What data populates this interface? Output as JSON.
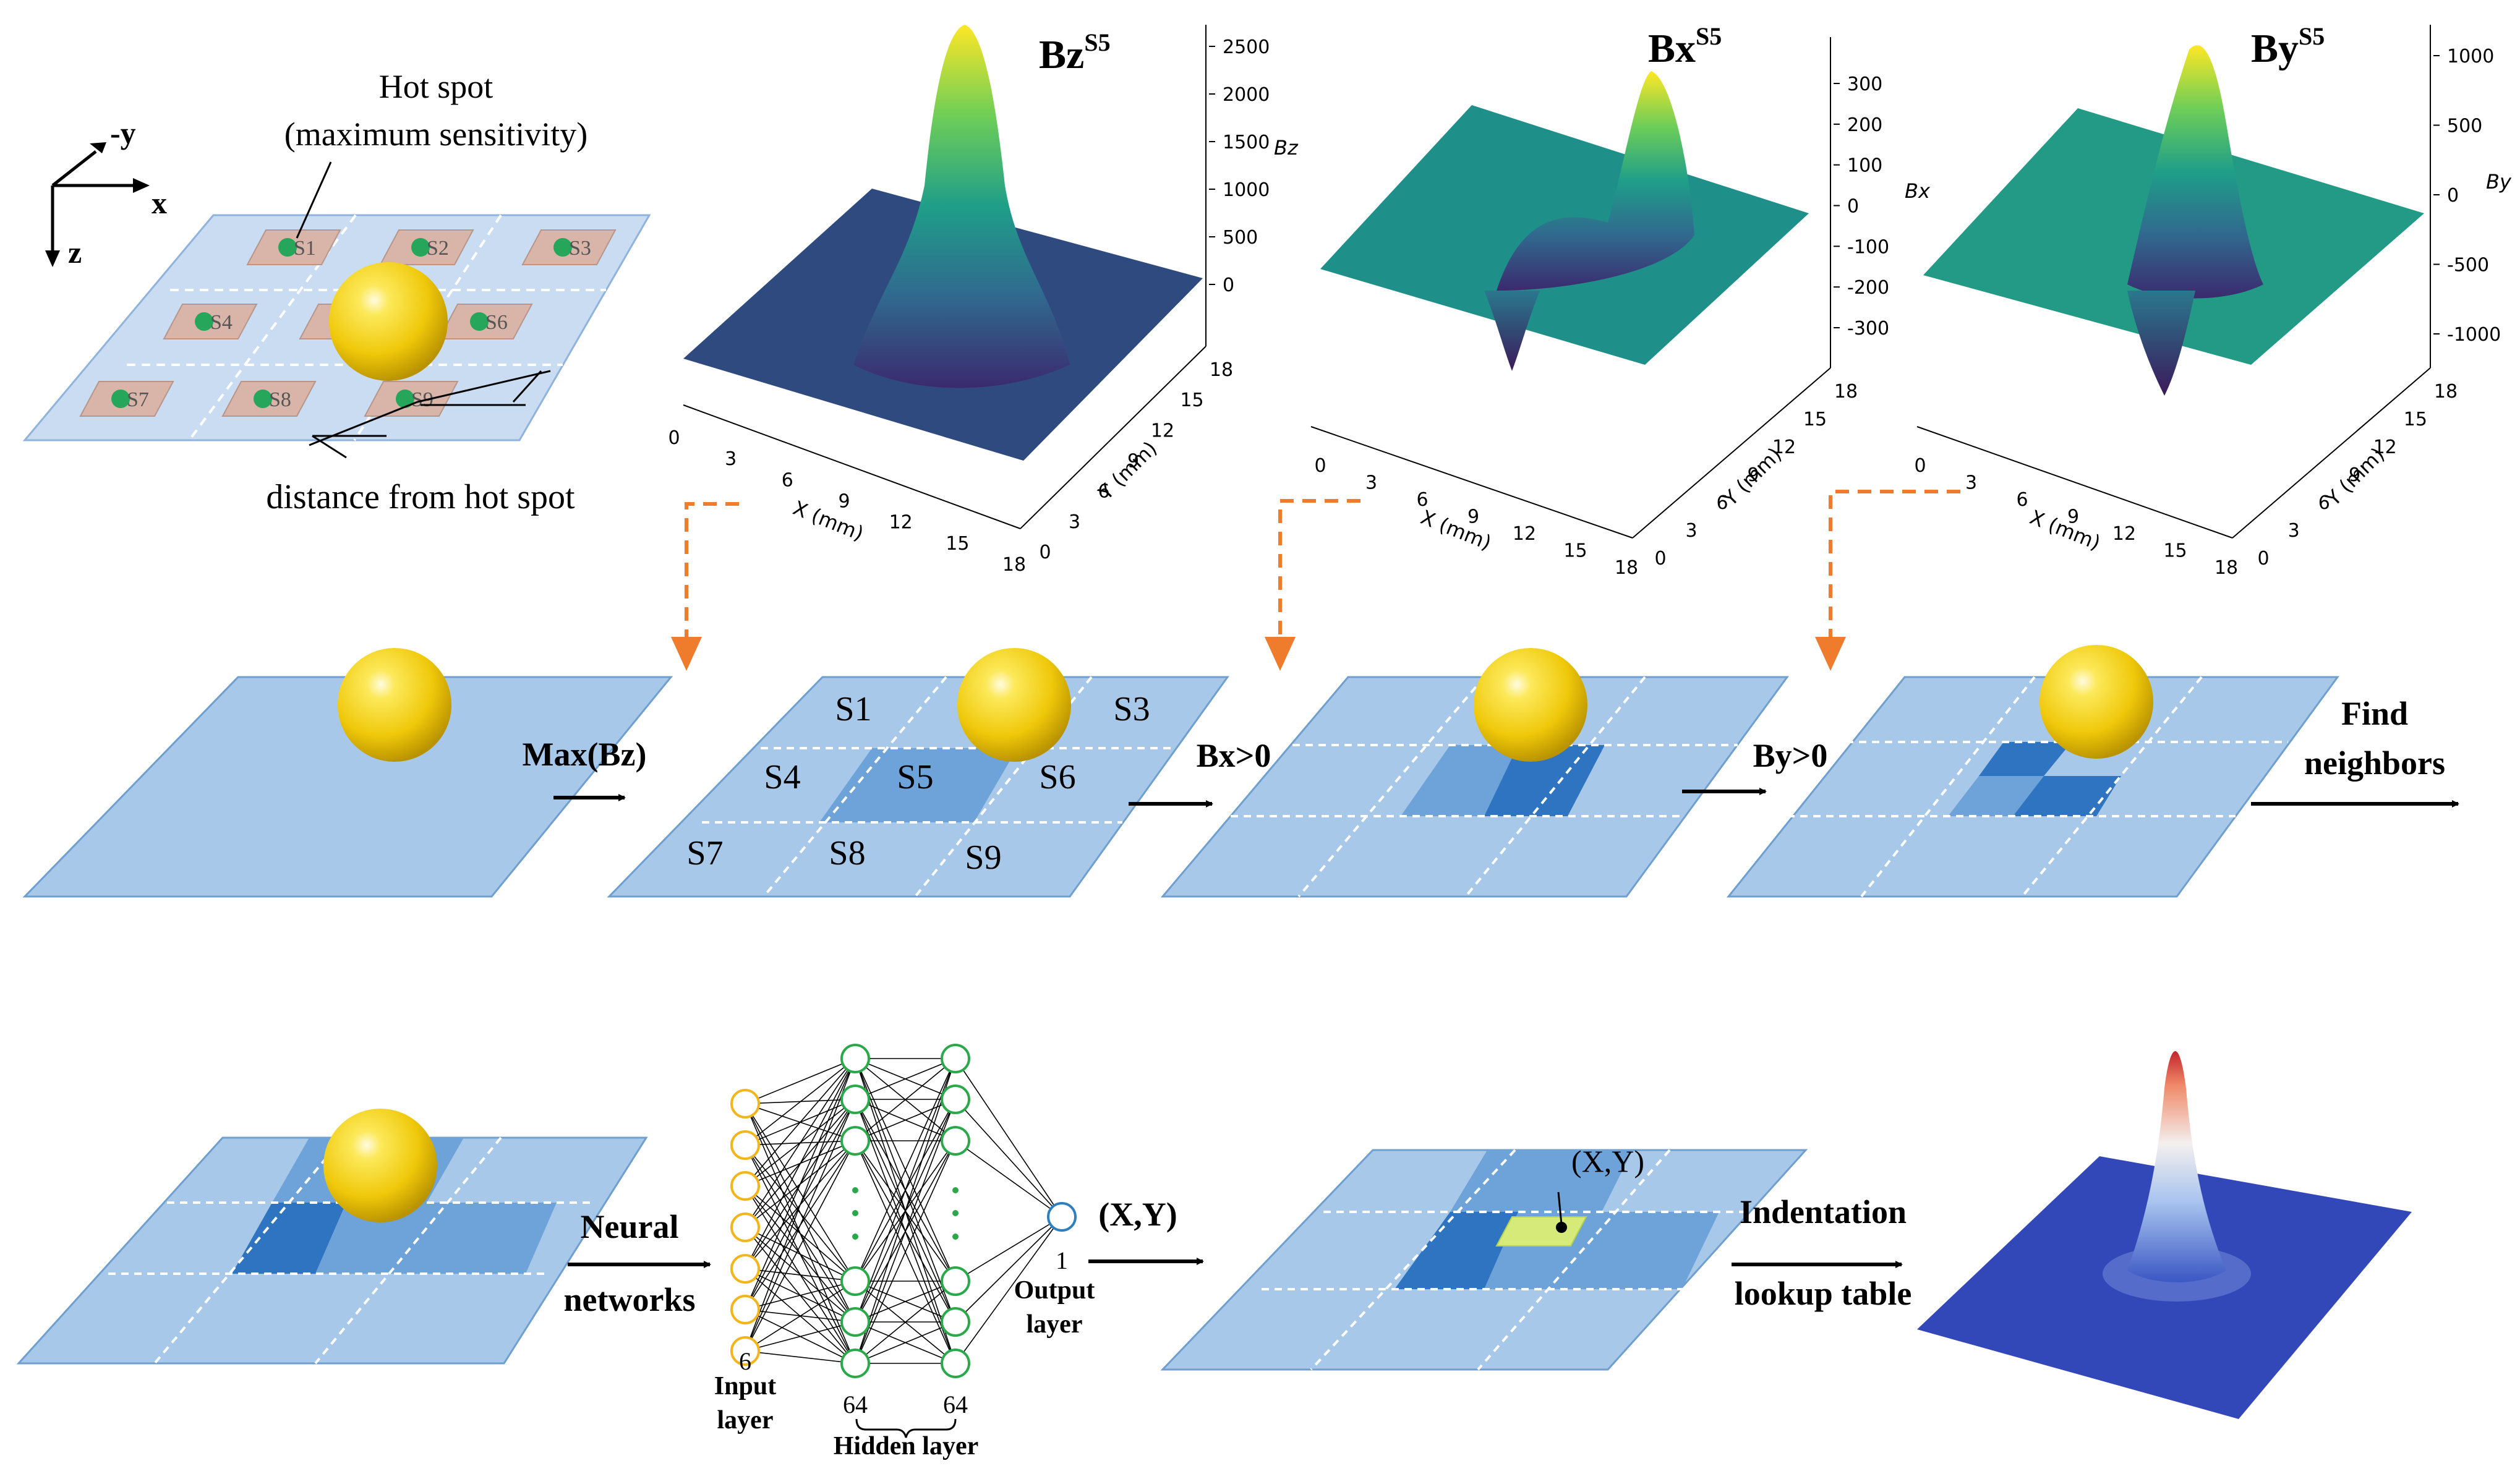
{
  "legend": {
    "axis_x": "x",
    "axis_neg_y": "-y",
    "axis_z": "z",
    "hotspot_line1": "Hot spot",
    "hotspot_line2": "(maximum sensitivity)",
    "distance": "distance from hot spot",
    "sensor_labels": [
      "S1",
      "S2",
      "S3",
      "S4",
      "S5",
      "S6",
      "S7",
      "S8",
      "S9"
    ]
  },
  "plots": [
    {
      "base": "Bz",
      "sup": "S5",
      "zlabel": "Bz",
      "zticks": [
        "2500",
        "2000",
        "1500",
        "1000",
        "500",
        "0"
      ]
    },
    {
      "base": "Bx",
      "sup": "S5",
      "zlabel": "Bx",
      "zticks": [
        "300",
        "200",
        "100",
        "0",
        "-100",
        "-200",
        "-300"
      ]
    },
    {
      "base": "By",
      "sup": "S5",
      "zlabel": "By",
      "zticks": [
        "1000",
        "500",
        "0",
        "-500",
        "-1000"
      ]
    }
  ],
  "plot_axes": {
    "xlabel": "X (mm)",
    "ylabel": "Y (mm)",
    "xticks": [
      "0",
      "3",
      "6",
      "9",
      "12",
      "15",
      "18"
    ],
    "yticks": [
      "0",
      "3",
      "6",
      "9",
      "12",
      "15",
      "18"
    ]
  },
  "row2": {
    "arrow1": "Max(Bz)",
    "arrow2": "Bx>0",
    "arrow3": "By>0",
    "arrow4_line1": "Find",
    "arrow4_line2": "neighbors",
    "grid_labels": [
      "S1",
      "S3",
      "S4",
      "S5",
      "S6",
      "S7",
      "S8",
      "S9"
    ]
  },
  "row3": {
    "nn_label_line1": "Neural",
    "nn_label_line2": "networks",
    "input_count": "6",
    "input_label_line1": "Input",
    "input_label_line2": "layer",
    "hidden_count_1": "64",
    "hidden_count_2": "64",
    "hidden_label": "Hidden layer",
    "output_count": "1",
    "output_label_line1": "Output",
    "output_label_line2": "layer",
    "xy_arrow": "(X,Y)",
    "xy_point": "(X,Y)",
    "lookup_line1": "Indentation",
    "lookup_line2": "lookup table"
  },
  "colors": {
    "plate": "#a7c8e8",
    "plate_edge": "#6f9fcf",
    "cell_mid": "#6da3d8",
    "cell_dark": "#2f74c0",
    "sphere": "#f3d20a",
    "arrow_orange": "#ef7b2d",
    "sensor_dot": "#25a65a",
    "nn_input": "#f2b51c",
    "nn_hidden": "#2aa84a",
    "nn_output": "#2f7fc0"
  }
}
